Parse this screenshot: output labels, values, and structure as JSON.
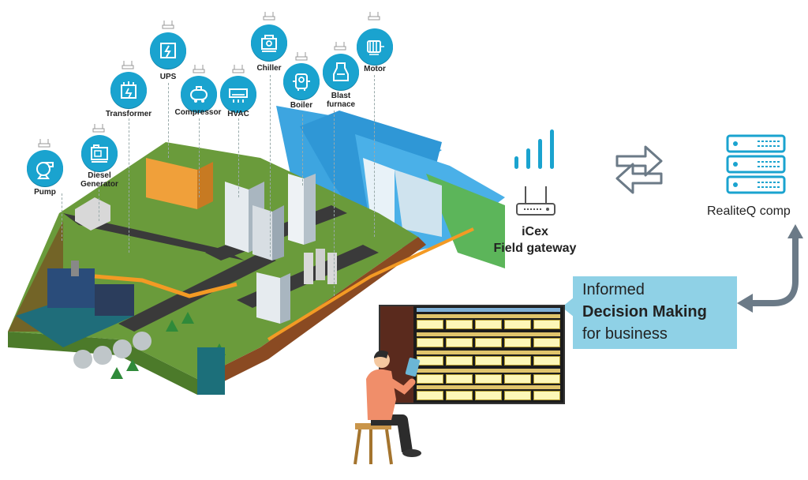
{
  "devices": [
    {
      "key": "pump",
      "label": "Pump",
      "icon": "pump-icon"
    },
    {
      "key": "diesel",
      "label_line1": "Diesel",
      "label_line2": "Generator",
      "icon": "diesel-generator-icon"
    },
    {
      "key": "transformer",
      "label": "Transformer",
      "icon": "transformer-icon"
    },
    {
      "key": "ups",
      "label": "UPS",
      "icon": "ups-icon"
    },
    {
      "key": "compressor",
      "label": "Compressor",
      "icon": "compressor-icon"
    },
    {
      "key": "hvac",
      "label": "HVAC",
      "icon": "hvac-icon"
    },
    {
      "key": "chiller",
      "label": "Chiller",
      "icon": "chiller-icon"
    },
    {
      "key": "boiler",
      "label": "Boiler",
      "icon": "boiler-icon"
    },
    {
      "key": "blast",
      "label_line1": "Blast",
      "label_line2": "furnace",
      "icon": "blast-furnace-icon"
    },
    {
      "key": "motor",
      "label": "Motor",
      "icon": "motor-icon"
    }
  ],
  "gateway": {
    "line1": "iCex",
    "line2": "Field gateway"
  },
  "server": {
    "label": "RealiteQ comp"
  },
  "decision": {
    "line1": "Informed",
    "line2": "Decision Making",
    "line3": "for business"
  },
  "colors": {
    "accent": "#1aa3cf",
    "callout": "#8fd1e6",
    "arrow": "#6b7a87"
  }
}
